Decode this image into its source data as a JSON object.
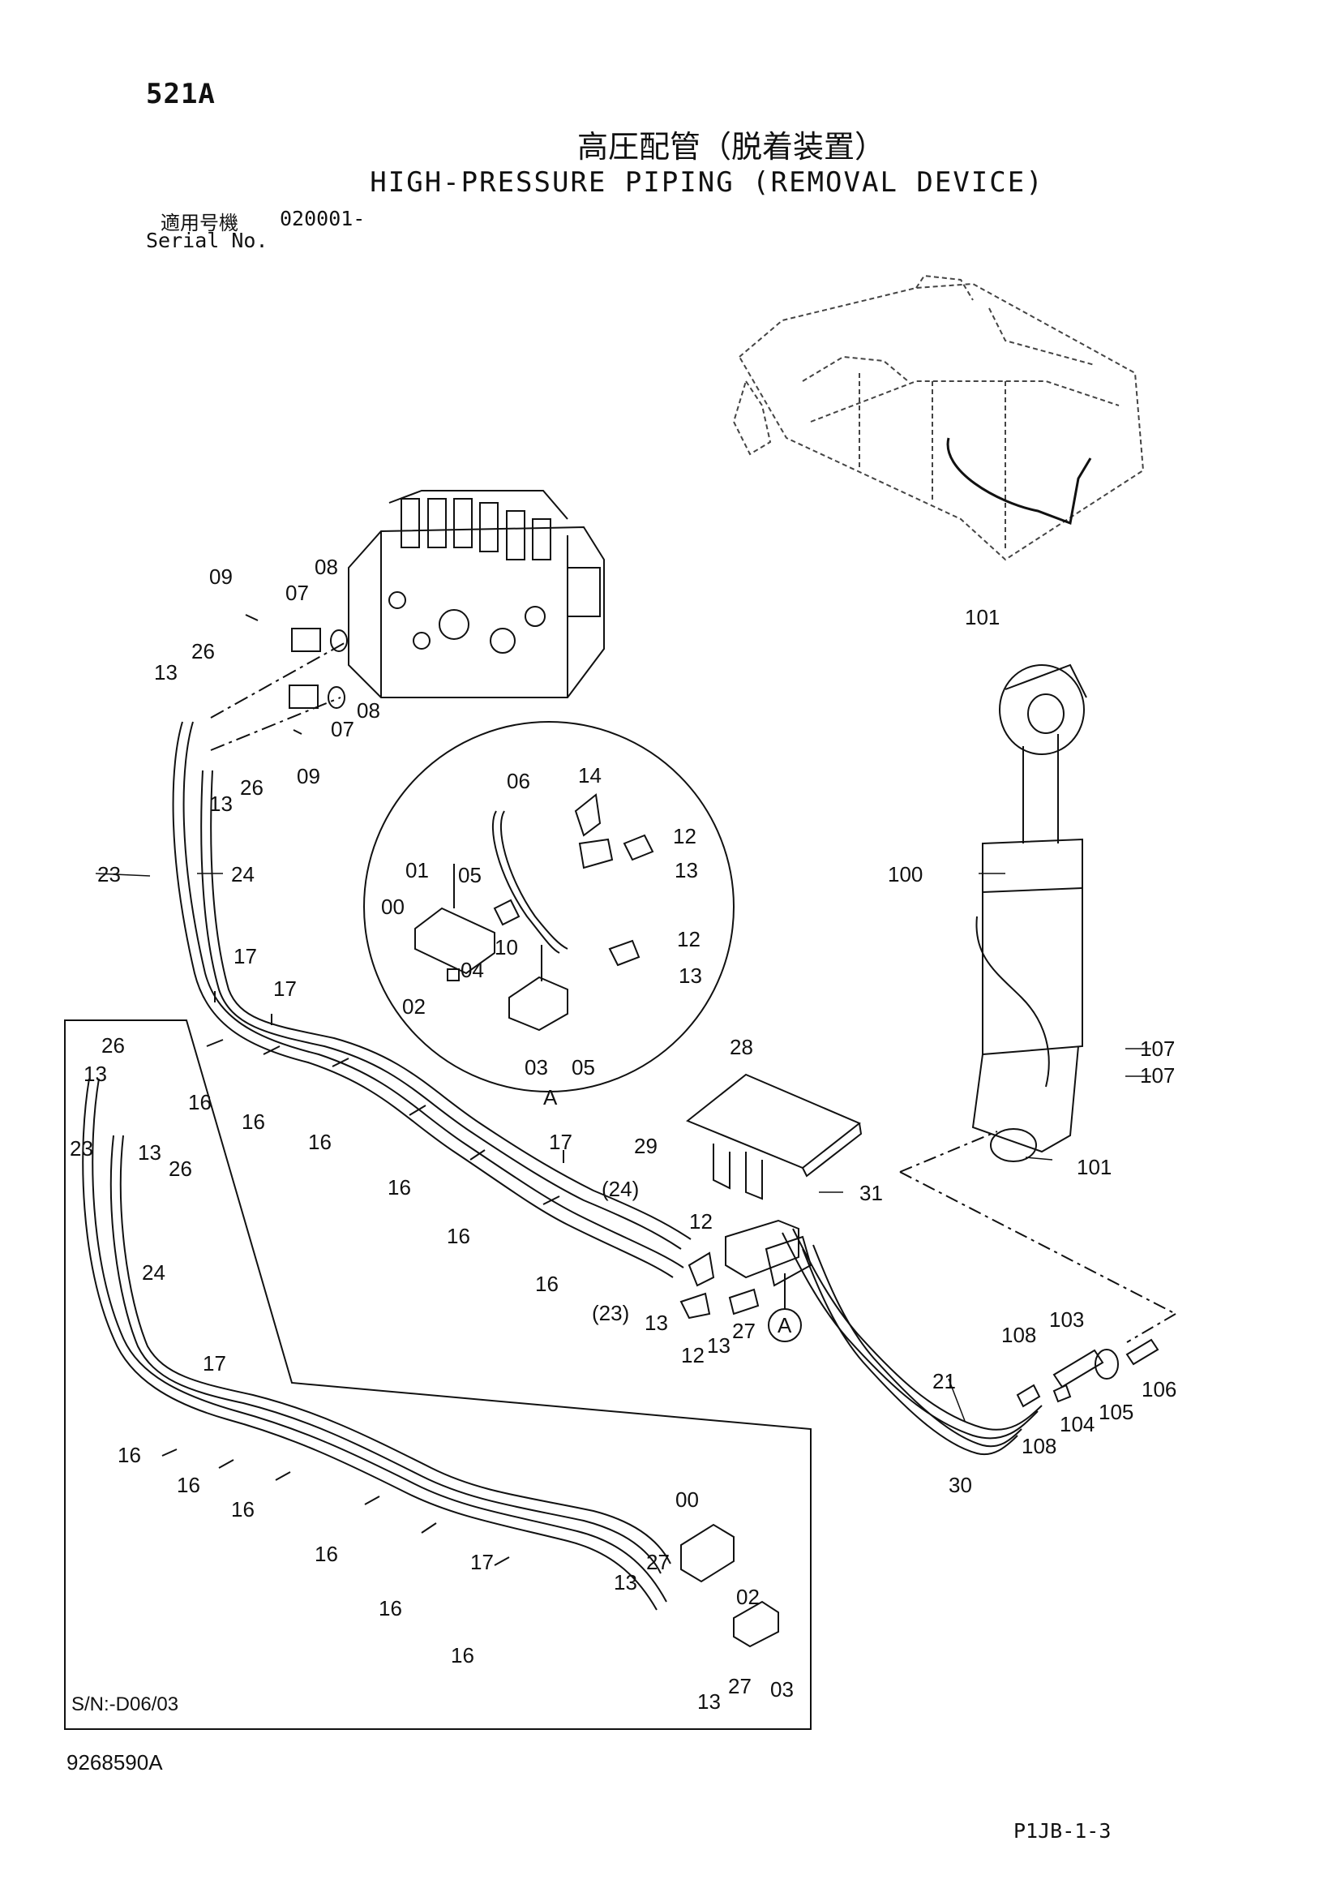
{
  "header": {
    "page_code": "521A",
    "title_jp": "高圧配管（脱着装置）",
    "title_en": "HIGH-PRESSURE PIPING (REMOVAL DEVICE)",
    "serial_label_jp": "適用号機",
    "serial_value": "020001-",
    "serial_label_en": "Serial No."
  },
  "footer": {
    "part_number": "9268590A",
    "page_ref": "P1JB-1-3"
  },
  "inset_box": {
    "note": "S/N:-D06/03"
  },
  "detail_circle": {
    "view_label": "A"
  },
  "callouts": {
    "c09a": "09",
    "c08a": "08",
    "c07a": "07",
    "c26a": "26",
    "c13a": "13",
    "c08b": "08",
    "c07b": "07",
    "c09b": "09",
    "c26b": "26",
    "c13b": "13",
    "c23a": "23",
    "c24a": "24",
    "c17a": "17",
    "c17b": "17",
    "c16a": "16",
    "c16b": "16",
    "c16c": "16",
    "c16d": "16",
    "c16e": "16",
    "c16f": "16",
    "c17c": "17",
    "c24p": "(24)",
    "c23p": "(23)",
    "c12a": "12",
    "c13c": "13",
    "c12b": "12",
    "c13d": "13",
    "c27a": "27",
    "cA": "A",
    "c28": "28",
    "c29": "29",
    "c31": "31",
    "d06": "06",
    "d14": "14",
    "d12a": "12",
    "d13a": "13",
    "d01": "01",
    "d05a": "05",
    "d00": "00",
    "d10": "10",
    "d12b": "12",
    "d04": "04",
    "d13b": "13",
    "d02": "02",
    "d03": "03",
    "d05b": "05",
    "c101a": "101",
    "c100": "100",
    "c107a": "107",
    "c107b": "107",
    "c101b": "101",
    "c21": "21",
    "c108a": "108",
    "c103": "103",
    "c106": "106",
    "c105": "105",
    "c104": "104",
    "c108b": "108",
    "c30": "30",
    "i26a": "26",
    "i13a": "13",
    "i23": "23",
    "i13b": "13",
    "i26b": "26",
    "i24": "24",
    "i17a": "17",
    "i16a": "16",
    "i16b": "16",
    "i16c": "16",
    "i16d": "16",
    "i16e": "16",
    "i16f": "16",
    "i17b": "17",
    "i00": "00",
    "i27a": "27",
    "i13c": "13",
    "i02": "02",
    "i27b": "27",
    "i13d": "13",
    "i03": "03"
  }
}
